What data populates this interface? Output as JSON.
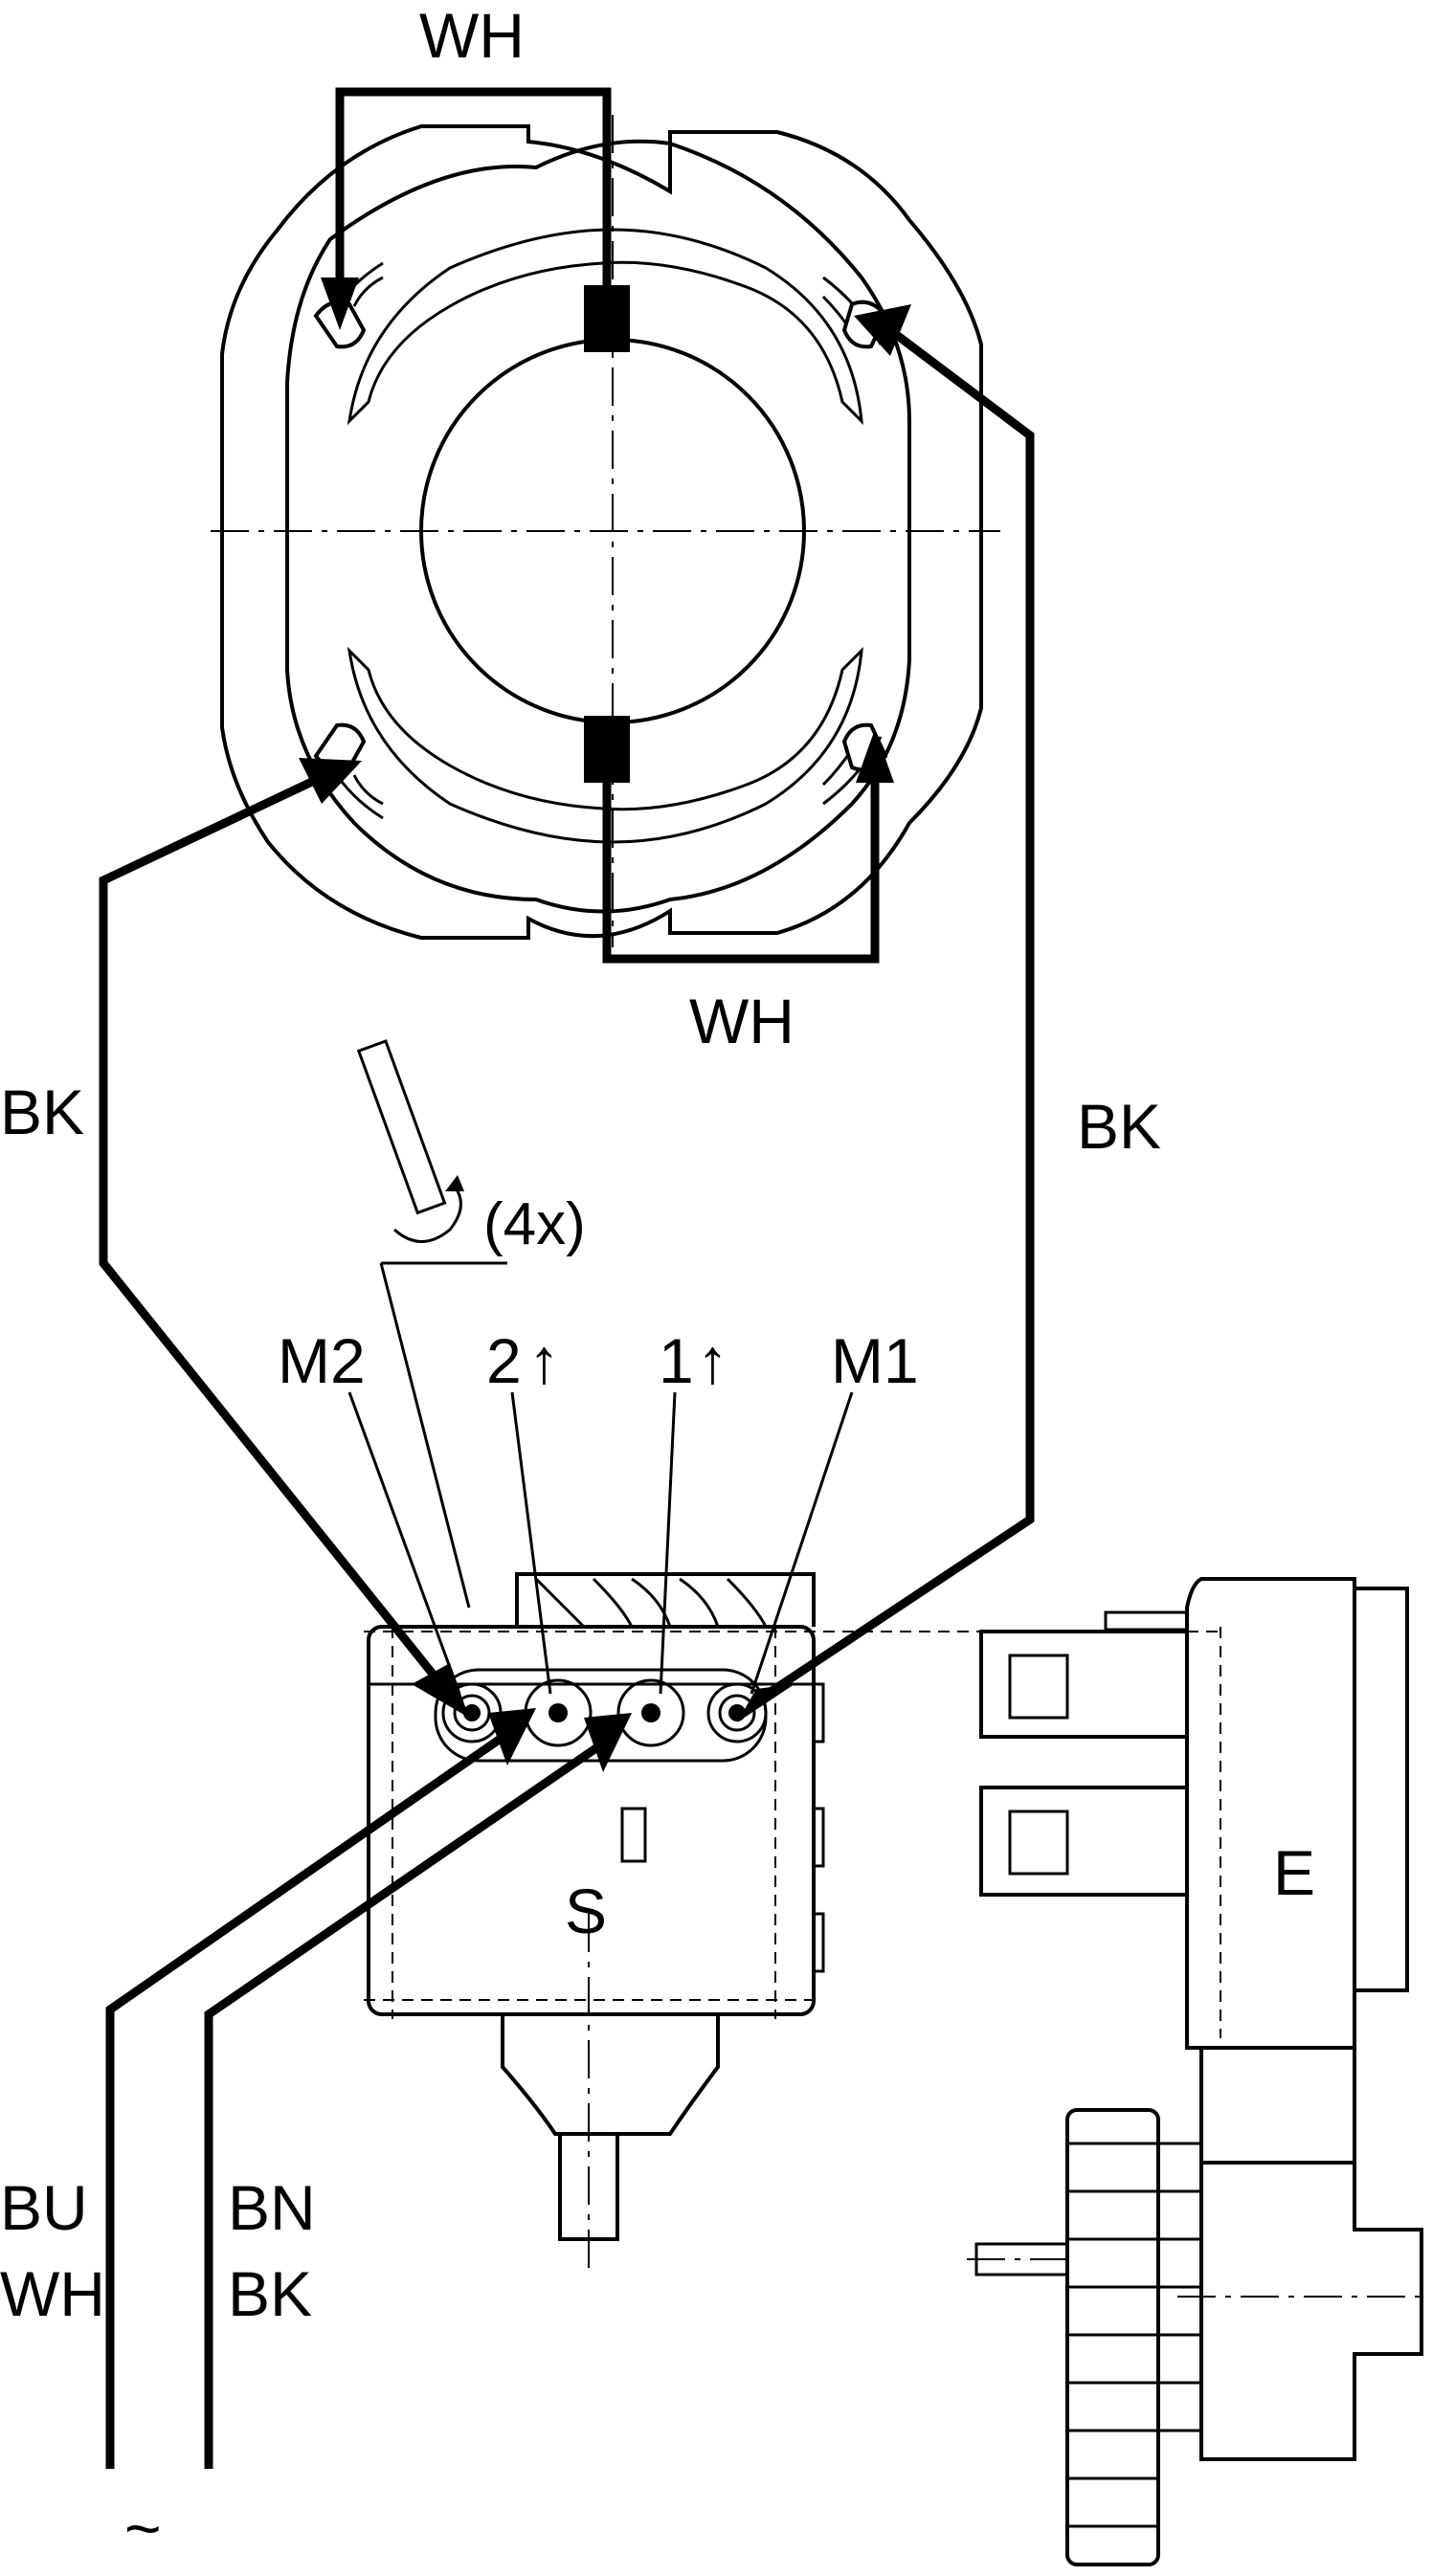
{
  "labels": {
    "wh_top": "WH",
    "wh_bottom": "WH",
    "bk_left": "BK",
    "bk_right": "BK",
    "rotation": "(4x)",
    "term_m2": "M2",
    "term_2": "2",
    "term_1": "1",
    "term_m1": "M1",
    "switch_s": "S",
    "part_e": "E",
    "bu": "BU",
    "wh_left": "WH",
    "bn": "BN",
    "bk_lower": "BK",
    "ac_symbol": "~",
    "arrow_glyph": "↑"
  }
}
